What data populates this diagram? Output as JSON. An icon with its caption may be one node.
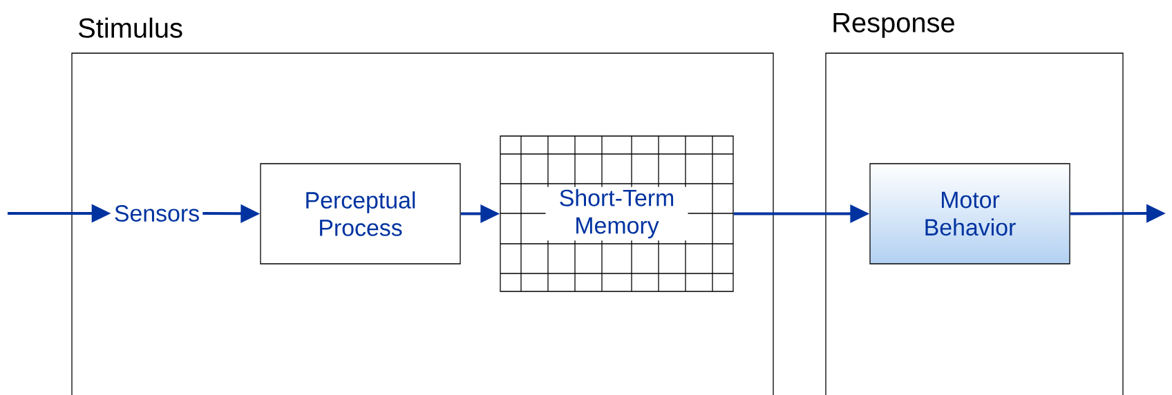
{
  "diagram": {
    "nodes": [
      {
        "text": [
          "Stimulus"
        ]
      },
      {
        "text": [
          "Response"
        ]
      },
      {
        "text": [
          "Sensors"
        ],
        "in": 0
      },
      {
        "text": [
          "Perceptual Process"
        ],
        "in": 0
      },
      {
        "text": [
          "Short-Term Memory"
        ],
        "in": 0
      },
      {
        "text": [
          "Motor Behavior"
        ],
        "in": 1
      }
    ],
    "edges": [
      {
        "from": null,
        "to": 2,
        "arrow": "to"
      },
      {
        "from": 2,
        "to": 3,
        "arrow": "to"
      },
      {
        "from": 3,
        "to": 4,
        "arrow": "to"
      },
      {
        "from": 4,
        "to": 5,
        "arrow": "to"
      },
      {
        "from": 5,
        "to": null,
        "arrow": "to"
      }
    ]
  }
}
